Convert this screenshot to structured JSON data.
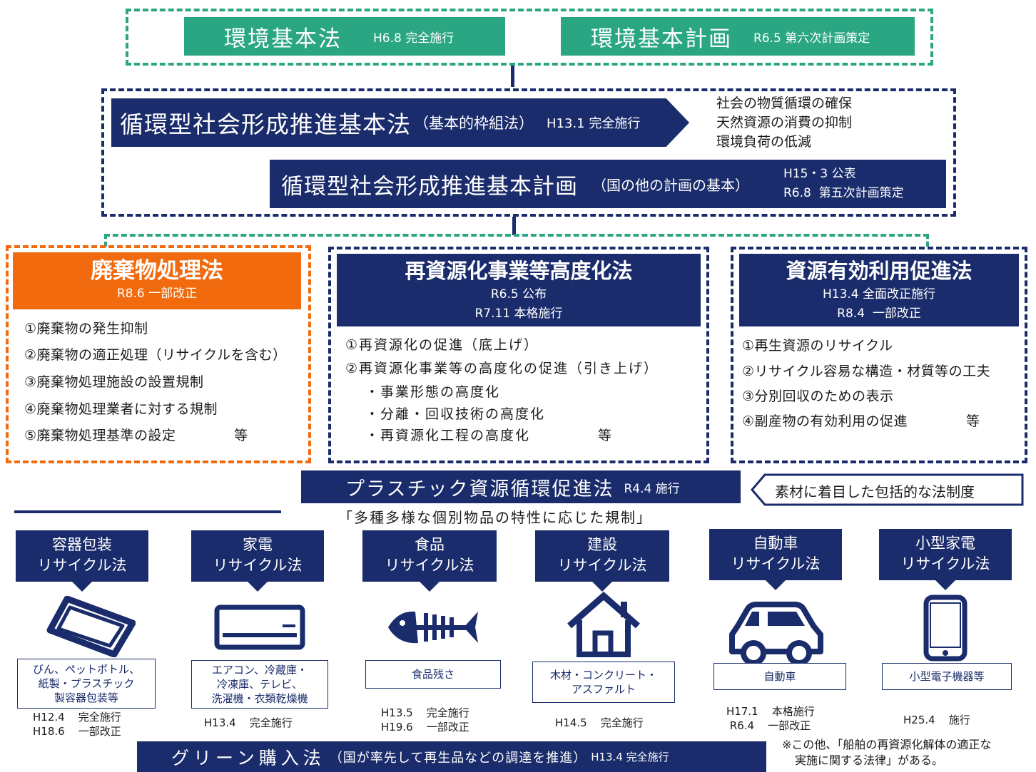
{
  "top": {
    "basic_law": {
      "name": "環境基本法",
      "note": "H6.8 完全施行"
    },
    "basic_plan": {
      "name": "環境基本計画",
      "note": "R6.5 第六次計画策定"
    }
  },
  "junkan": {
    "law_name": "循環型社会形成推進基本法",
    "law_paren": "（基本的枠組法）",
    "law_note": "H13.1 完全施行",
    "goals": [
      "社会の物質循環の確保",
      "天然資源の消費の抑制",
      "環境負荷の低減"
    ],
    "plan_name": "循環型社会形成推進基本計画",
    "plan_paren": "（国の他の計画の基本）",
    "plan_notes": [
      "H15・3 公表",
      "R6.8  第五次計画策定"
    ]
  },
  "laws": [
    {
      "title": "廃棄物処理法",
      "sub": [
        "R8.6 一部改正"
      ],
      "items": [
        "①廃棄物の発生抑制",
        "②廃棄物の適正処理（リサイクルを含む）",
        "③廃棄物処理施設の設置規制",
        "④廃棄物処理業者に対する規制",
        "⑤廃棄物処理基準の設定",
        "等"
      ]
    },
    {
      "title": "再資源化事業等高度化法",
      "sub": [
        "R6.5 公布",
        "R7.11 本格施行"
      ],
      "items": [
        "①再資源化の促進（底上げ）",
        "②再資源化事業等の高度化の促進（引き上げ）",
        "・事業形態の高度化",
        "・分離・回収技術の高度化",
        "・再資源化工程の高度化",
        "等"
      ]
    },
    {
      "title": "資源有効利用促進法",
      "sub": [
        "H13.4 全面改正施行",
        "R8.4  一部改正"
      ],
      "items": [
        "①再生資源のリサイクル",
        "②リサイクル容易な構造・材質等の工夫",
        "③分別回収のための表示",
        "④副産物の有効利用の促進",
        "等"
      ]
    }
  ],
  "plastic": {
    "name": "プラスチック資源循環促進法",
    "note": "R4.4 施行",
    "callout": "素材に着目した包括的な法制度"
  },
  "individual_heading": "「多種多様な個別物品の特性に応じた規制」",
  "recycling": [
    {
      "line1": "容器包装",
      "line2": "リサイクル法",
      "icon": "tray-icon",
      "label": "びん、ペットボトル、\n紙製・プラスチック\n製容器包装等",
      "dates": "H12.4    完全施行\nH18.6    一部改正"
    },
    {
      "line1": "家電",
      "line2": "リサイクル法",
      "icon": "air-conditioner-icon",
      "label": "エアコン、冷蔵庫・\n冷凍庫、テレビ、\n洗濯機・衣類乾燥機",
      "dates": "H13.4    完全施行"
    },
    {
      "line1": "食品",
      "line2": "リサイクル法",
      "icon": "fish-bone-icon",
      "label": "食品残さ",
      "dates": "H13.5    完全施行\nH19.6    一部改正"
    },
    {
      "line1": "建設",
      "line2": "リサイクル法",
      "icon": "house-icon",
      "label": "木材・コンクリート・\nアスファルト",
      "dates": "H14.5    完全施行"
    },
    {
      "line1": "自動車",
      "line2": "リサイクル法",
      "icon": "car-icon",
      "label": "自動車",
      "dates": "H17.1    本格施行\n R6.4    一部改正"
    },
    {
      "line1": "小型家電",
      "line2": "リサイクル法",
      "icon": "smartphone-icon",
      "label": "小型電子機器等",
      "dates": "H25.4    施行"
    }
  ],
  "green": {
    "name": "グリーン購入法",
    "paren": "（国が率先して再生品などの調達を推進）",
    "note": "H13.4 完全施行"
  },
  "footnote": [
    "※この他、「船舶の再資源化解体の適正な",
    "実施に関する法律」がある。"
  ],
  "colors": {
    "navy": "#1a2c6b",
    "teal": "#2aa682",
    "orange": "#f26a0e"
  }
}
